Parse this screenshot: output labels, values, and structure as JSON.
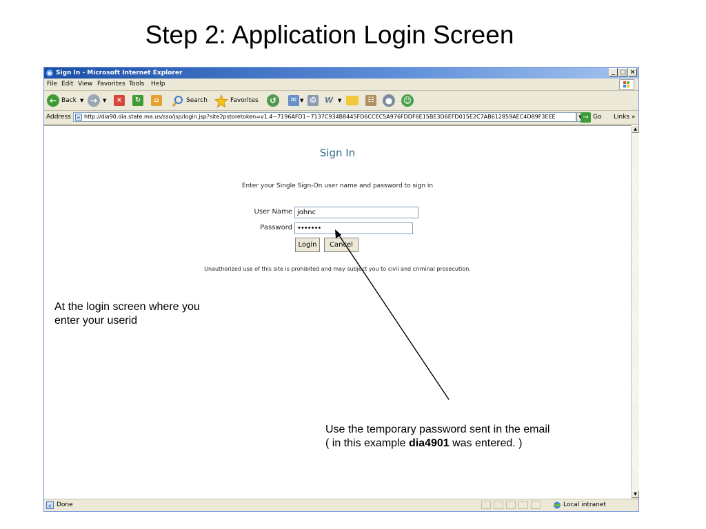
{
  "slide": {
    "title": "Step 2: Application Login Screen"
  },
  "browser": {
    "window_title": "Sign In - Microsoft Internet Explorer",
    "window_buttons": [
      "_",
      "□",
      "×"
    ],
    "menu": [
      "File",
      "Edit",
      "View",
      "Favorites",
      "Tools",
      "Help"
    ],
    "toolbar": {
      "back_label": "Back",
      "search_label": "Search",
      "favorites_label": "Favorites"
    },
    "address": {
      "label": "Address",
      "url": "http://dia90.dia.state.ma.us/sso/jsp/login.jsp?site2pstoretoken=v1.4~7196AFD1~7137C934B8445FD6CCEC5A976FDDF6E15BE3D6EFD015E2C7AB612859AEC4D89F3EEE",
      "go_label": "Go",
      "links_label": "Links"
    },
    "status": {
      "left": "Done",
      "zone": "Local intranet"
    }
  },
  "page": {
    "heading": "Sign In",
    "instructions": "Enter your Single Sign-On user name and password to sign in",
    "username_label": "User Name",
    "username_value": "johnc",
    "password_label": "Password",
    "password_value": "•••••••",
    "login_button": "Login",
    "cancel_button": "Cancel",
    "disclaimer": "Unauthorized use of this site is prohibited and may subject you to civil and criminal prosecution."
  },
  "annotations": {
    "login_note_line1": "At the login screen where you",
    "login_note_line2": "enter your userid",
    "password_note_line1": "Use the temporary password sent in the email",
    "password_note_prefix": "( in this example ",
    "password_note_bold": "dia4901",
    "password_note_suffix": " was entered. )"
  }
}
